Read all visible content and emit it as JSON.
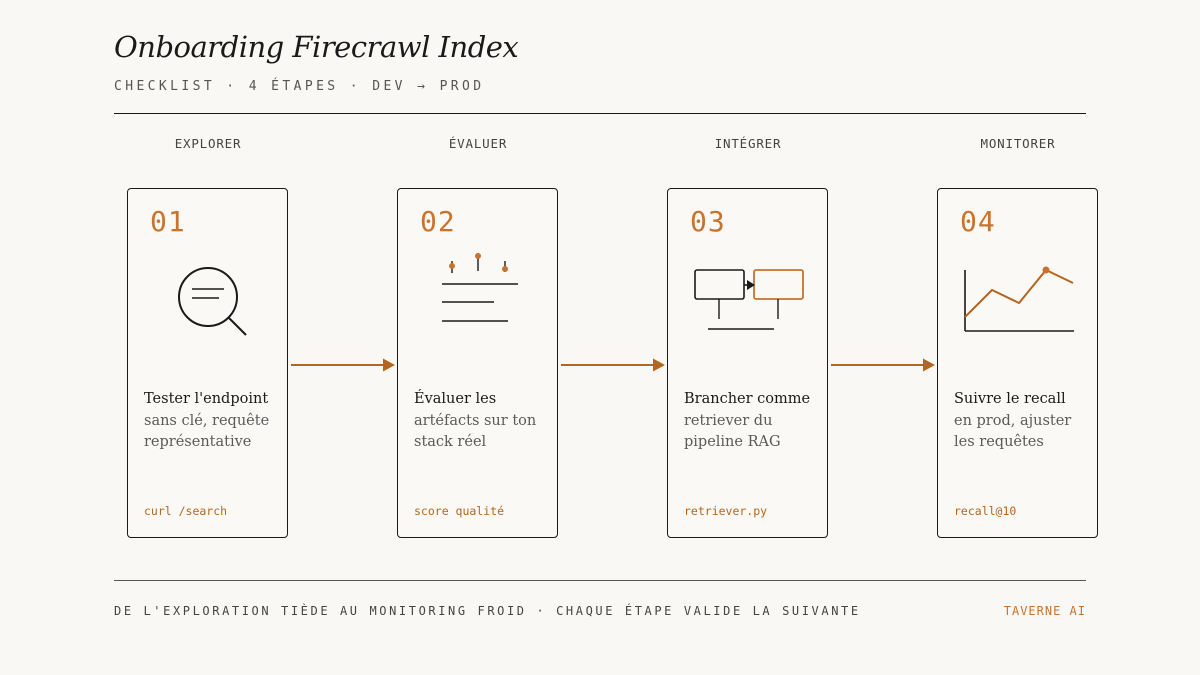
{
  "header": {
    "title": "Onboarding Firecrawl Index",
    "subtitle": "CHECKLIST · 4 ÉTAPES · DEV → PROD"
  },
  "steps": [
    {
      "phase": "EXPLORER",
      "number": "01",
      "lead": "Tester l'endpoint",
      "rest": "sans clé, requête représentative",
      "tag": "curl /search",
      "icon": "search-icon"
    },
    {
      "phase": "ÉVALUER",
      "number": "02",
      "lead": "Évaluer les",
      "rest": "artéfacts sur ton stack réel",
      "tag": "score qualité",
      "icon": "sliders-icon"
    },
    {
      "phase": "INTÉGRER",
      "number": "03",
      "lead": "Brancher comme",
      "rest": "retriever du pipeline RAG",
      "tag": "retriever.py",
      "icon": "pipeline-blocks-icon"
    },
    {
      "phase": "MONITORER",
      "number": "04",
      "lead": "Suivre le recall",
      "rest": "en prod, ajuster les requêtes",
      "tag": "recall@10",
      "icon": "line-chart-icon"
    }
  ],
  "footer": {
    "left": "DE L'EXPLORATION TIÈDE AU MONITORING FROID · CHAQUE ÉTAPE VALIDE LA SUIVANTE",
    "right": "TAVERNE AI"
  },
  "colors": {
    "accent": "#c8732f",
    "arrow": "#b5651d",
    "ink": "#1a1a1a",
    "background": "#faf8f4"
  }
}
